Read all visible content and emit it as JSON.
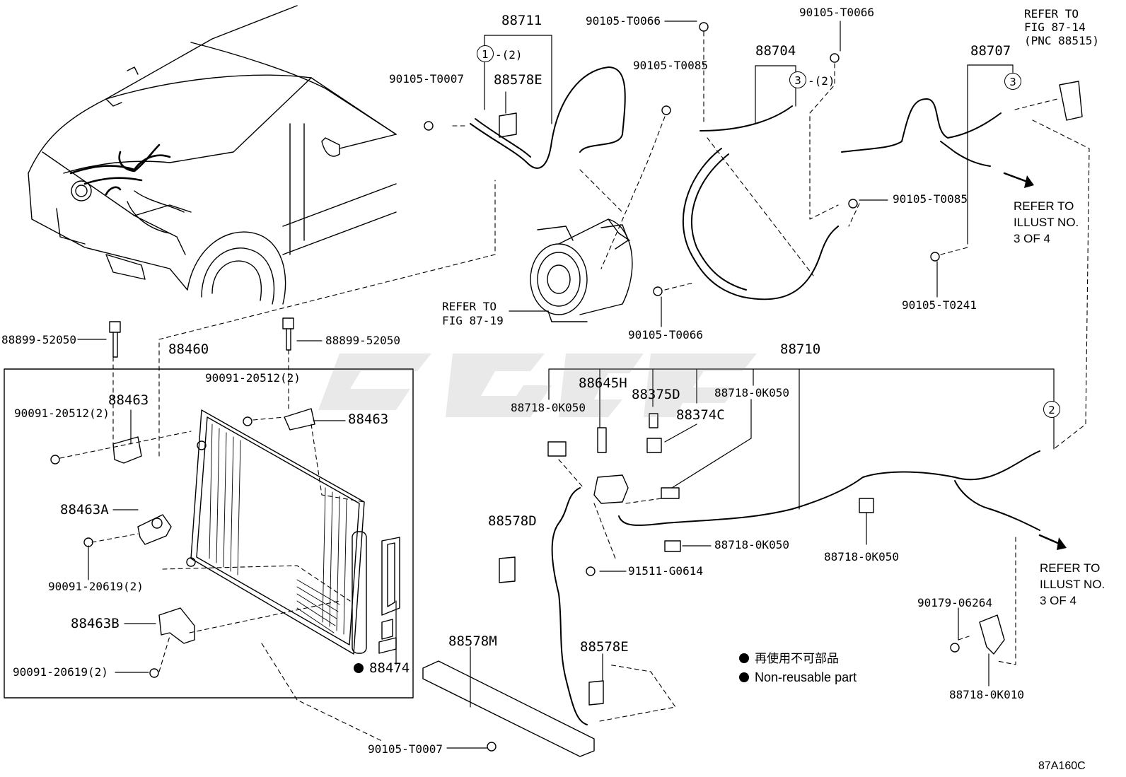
{
  "labels": {
    "p88711": "88711",
    "p88578E_top": "88578E",
    "p90105_T0007_top": "90105-T0007",
    "p90105_T0066_a": "90105-T0066",
    "p90105_T0085_a": "90105-T0085",
    "p88704": "88704",
    "p90105_T0066_b": "90105-T0066",
    "p88707": "88707",
    "ref_fig_87_14": "REFER TO\nFIG 87-14\n(PNC 88515)",
    "ref_illust_a": "REFER TO\nILLUST NO.\n3 OF 4",
    "p90105_T0085_b": "90105-T0085",
    "p90105_T0241": "90105-T0241",
    "ref_fig_87_19": "REFER TO\nFIG 87-19",
    "p90105_T0066_c": "90105-T0066",
    "p88899_52050_a": "88899-52050",
    "p88899_52050_b": "88899-52050",
    "p88460": "88460",
    "p90091_20512_a": "90091-20512(2)",
    "p88463_a": "88463",
    "p90091_20512_b": "90091-20512(2)",
    "p88463_b": "88463",
    "p88463A": "88463A",
    "p90091_20619_a": "90091-20619(2)",
    "p88463B": "88463B",
    "p90091_20619_b": "90091-20619(2)",
    "p88474": "88474",
    "p88710": "88710",
    "p88645H": "88645H",
    "p88375D": "88375D",
    "p88374C": "88374C",
    "p88718_0K050_a": "88718-0K050",
    "p88718_0K050_b": "88718-0K050",
    "p88718_0K050_c": "88718-0K050",
    "p88718_0K050_d": "88718-0K050",
    "p88578D": "88578D",
    "p91511_G0614": "91511-G0614",
    "p88578M": "88578M",
    "p88578E_bottom": "88578E",
    "p90105_T0007_bottom": "90105-T0007",
    "ref_illust_b": "REFER TO\nILLUST NO.\n3 OF 4",
    "p90179_06264": "90179-06264",
    "p88718_0K010": "88718-0K010",
    "figure_code": "87A160C"
  },
  "circles": {
    "c1": "1",
    "c1_qty": "-(2)",
    "c3a": "3",
    "c3a_qty": "-(2)",
    "c3b": "3",
    "c2": "2"
  },
  "legend": {
    "cn": "再使用不可部品",
    "en": "Non-reusable part"
  },
  "colors": {
    "ink": "#000000",
    "watermark": "#8a8a8a"
  }
}
